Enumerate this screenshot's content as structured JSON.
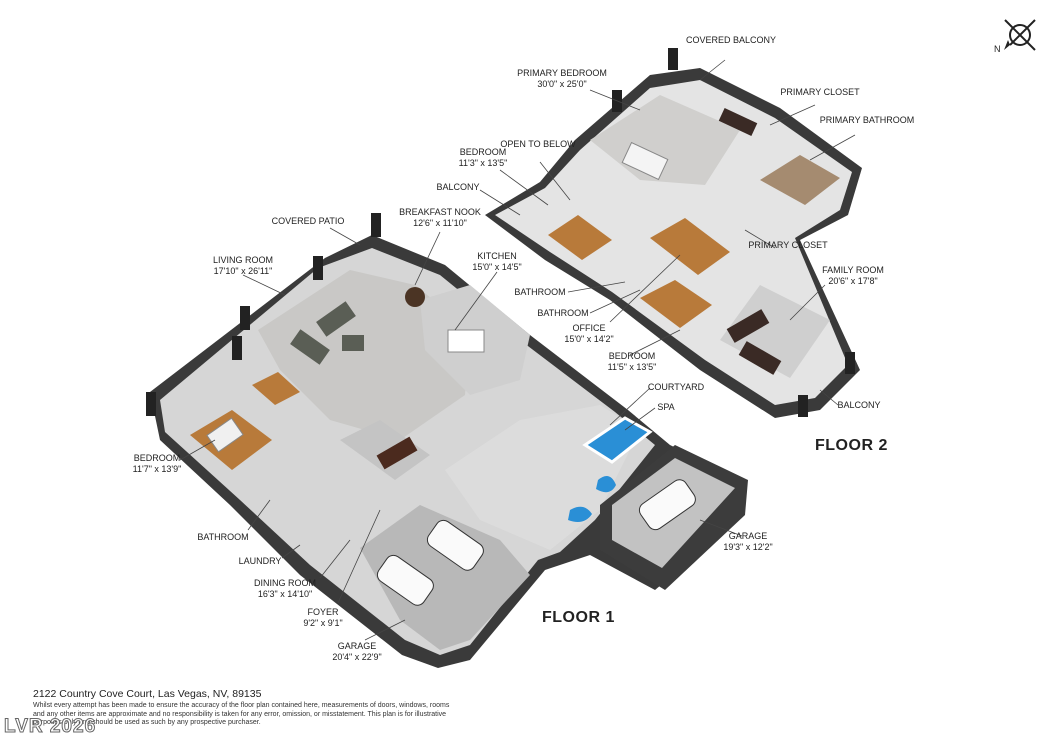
{
  "floors": [
    {
      "name": "FLOOR 1"
    },
    {
      "name": "FLOOR 2"
    }
  ],
  "rooms": [
    {
      "name": "COVERED PATIO",
      "dim": ""
    },
    {
      "name": "BREAKFAST NOOK",
      "dim": "12'6\" x 11'10\""
    },
    {
      "name": "LIVING ROOM",
      "dim": "17'10\" x 26'11\""
    },
    {
      "name": "KITCHEN",
      "dim": "15'0\" x 14'5\""
    },
    {
      "name": "BEDROOM",
      "dim": "11'7\" x 13'9\""
    },
    {
      "name": "BATHROOM",
      "dim": ""
    },
    {
      "name": "LAUNDRY",
      "dim": ""
    },
    {
      "name": "DINING ROOM",
      "dim": "16'3\" x 14'10\""
    },
    {
      "name": "FOYER",
      "dim": "9'2\" x 9'1\""
    },
    {
      "name": "GARAGE",
      "dim": "20'4\" x 22'9\""
    },
    {
      "name": "COURTYARD",
      "dim": ""
    },
    {
      "name": "SPA",
      "dim": ""
    },
    {
      "name": "GARAGE",
      "dim": "19'3\" x 12'2\""
    },
    {
      "name": "COVERED BALCONY",
      "dim": ""
    },
    {
      "name": "PRIMARY BEDROOM",
      "dim": "30'0\" x 25'0\""
    },
    {
      "name": "PRIMARY CLOSET",
      "dim": ""
    },
    {
      "name": "PRIMARY BATHROOM",
      "dim": ""
    },
    {
      "name": "BEDROOM",
      "dim": "11'3\" x 13'5\""
    },
    {
      "name": "OPEN TO BELOW",
      "dim": ""
    },
    {
      "name": "BALCONY",
      "dim": ""
    },
    {
      "name": "PRIMARY CLOSET",
      "dim": ""
    },
    {
      "name": "FAMILY ROOM",
      "dim": "20'6\" x 17'8\""
    },
    {
      "name": "BATHROOM",
      "dim": ""
    },
    {
      "name": "BATHROOM",
      "dim": ""
    },
    {
      "name": "OFFICE",
      "dim": "15'0\" x 14'2\""
    },
    {
      "name": "BEDROOM",
      "dim": "11'5\" x 13'5\""
    },
    {
      "name": "BALCONY",
      "dim": ""
    }
  ],
  "address": "2122 Country Cove Court, Las Vegas, NV, 89135",
  "disclaimer": "Whilst every attempt has been made to ensure the accuracy of the floor plan contained here, measurements of doors, windows, rooms and any other items are approximate and no responsibility is taken for any error, omission, or misstatement. This plan is for illustrative purposes only and should be used as such by any prospective purchaser.",
  "watermark": "LVR 2026",
  "compass": {
    "label": "N"
  },
  "colors": {
    "floor_tile": "#d4d4d4",
    "wood": "#b87a3a",
    "wall": "#ffffff",
    "pool": "#2a8fd6"
  }
}
